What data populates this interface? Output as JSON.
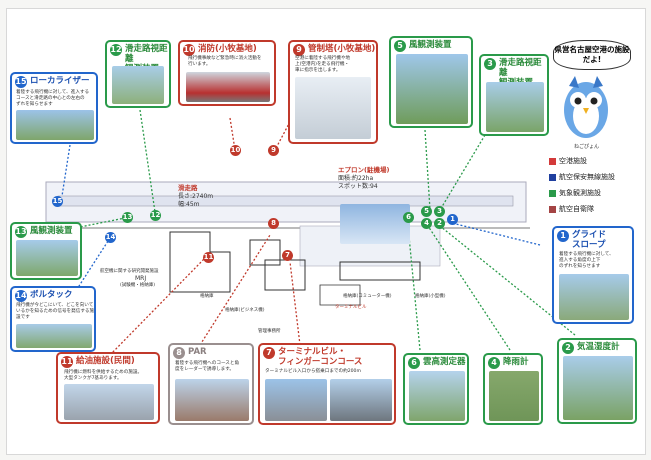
{
  "speech": "県営名古屋空港の施設だよ!",
  "mascot_name": "ねごぴょん",
  "legend": [
    {
      "label": "空港施設",
      "color": "#d33a3a"
    },
    {
      "label": "航空保安無線施設",
      "color": "#1f3f9f"
    },
    {
      "label": "気象観測施設",
      "color": "#2a9a4a"
    },
    {
      "label": "航空自衛隊",
      "color": "#a44444"
    }
  ],
  "boxes": {
    "b15": {
      "num": "15",
      "title": "ローカライザー",
      "desc": "着陸する飛行機に対して、進入する\nコースと滑走路の中心との左右の\nずれを知らせます"
    },
    "b12": {
      "num": "12",
      "title": "滑走路視距離\n観測装置"
    },
    "b10": {
      "num": "10",
      "title": "消防(小牧基地)",
      "desc": "飛行機事故など緊急時に消火活動を\n行います。"
    },
    "b9": {
      "num": "9",
      "title": "管制塔(小牧基地)",
      "desc": "空港に着陸する飛行機や地\n上(空港内)を走る飛行機・\n車に指示を出します。"
    },
    "b5": {
      "num": "5",
      "title": "風観測装置"
    },
    "b3": {
      "num": "3",
      "title": "滑走路視距離\n観測装置"
    },
    "b13": {
      "num": "13",
      "title": "風観測装置"
    },
    "b14": {
      "num": "14",
      "title": "ボルタック",
      "desc": "飛行機が今どこにいて、どこを向いて\nいるかを知るための信号を発信する施\n設です"
    },
    "b11": {
      "num": "11",
      "title": "給油施設(民間)",
      "desc": "飛行機に燃料を供給するための施設。\n大型タンクが7基あります。"
    },
    "b8": {
      "num": "8",
      "title": "PAR",
      "desc": "着陸する飛行機へのコースと角\n度をレーダーで誘導します。"
    },
    "b7": {
      "num": "7",
      "title": "ターミナルビル・\nフィンガーコンコース",
      "desc": "ターミナルビル入口から搭乗口までの約200m"
    },
    "b6": {
      "num": "6",
      "title": "雲高測定器"
    },
    "b4": {
      "num": "4",
      "title": "降雨計"
    },
    "b2": {
      "num": "2",
      "title": "気温湿度計"
    },
    "b1": {
      "num": "1",
      "title": "グライド\nスロープ",
      "desc": "着陸する飛行機に対して、\n進入する角度の上下\nのずれを知らせます"
    }
  },
  "map": {
    "runway_title": "滑走路",
    "runway_length": "長さ:2740m",
    "runway_width": "幅:45m",
    "apron_title": "エプロン(駐機場)",
    "apron_area": "面積:約22ha",
    "apron_spots": "スポット数:94",
    "mrj": "MRJ",
    "mrj_sub": "(試験機・格納庫)",
    "research": "航空機に関する研究開発施設",
    "hangar1": "格納庫(ビジネス機)",
    "hangar2": "格納庫",
    "office": "管理事務所",
    "hangar_commuter": "格納庫(コミューター機)",
    "hangar_small": "格納庫(小型機)",
    "terminal": "ターミナルビル",
    "markers": [
      "15",
      "13",
      "12",
      "14",
      "11",
      "8",
      "7",
      "10",
      "9",
      "6",
      "5",
      "4",
      "3",
      "2",
      "1"
    ]
  }
}
